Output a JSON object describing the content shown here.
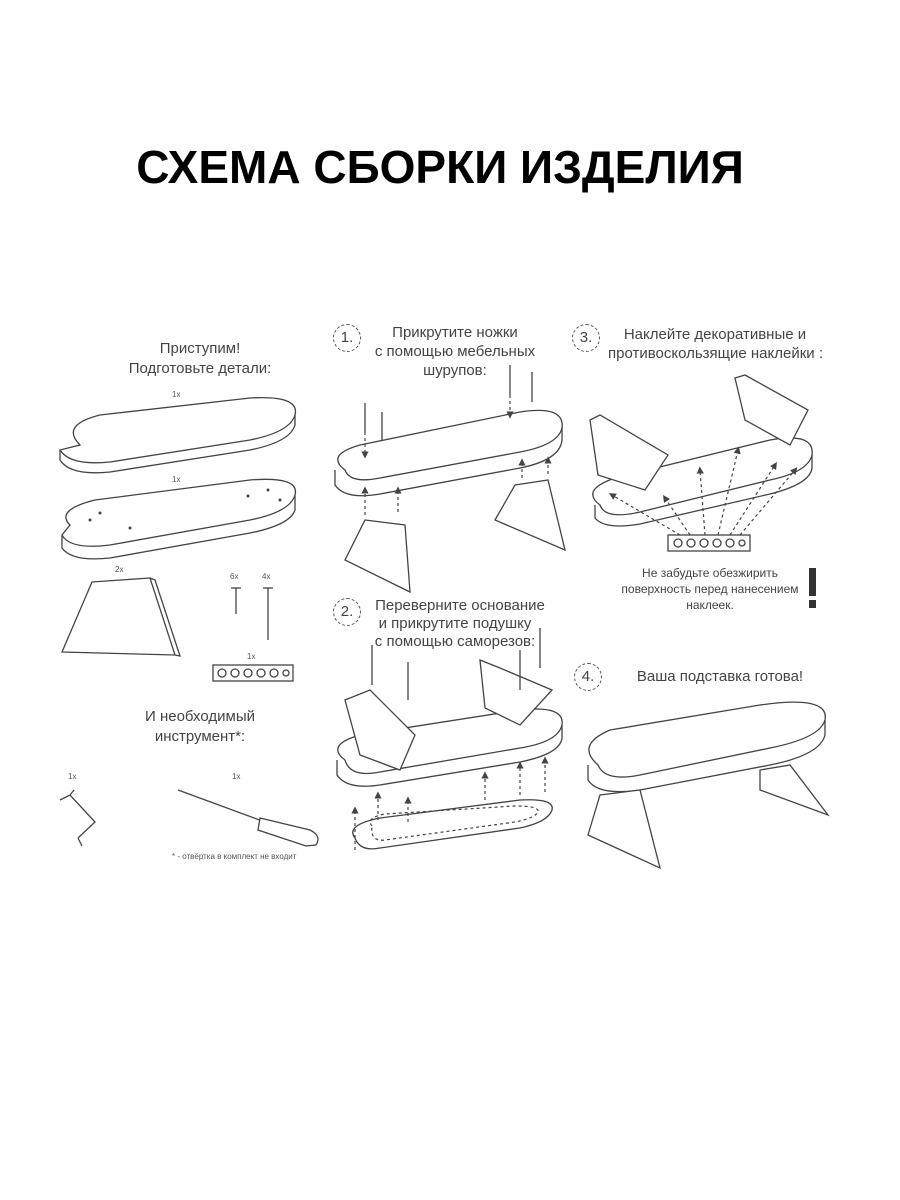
{
  "title": "СХЕМА СБОРКИ ИЗДЕЛИЯ",
  "prepare": {
    "line1": "Приступим!",
    "line2": "Подготовьте детали:",
    "top_qty": "1x",
    "base_qty": "1x",
    "leg_qty": "2x",
    "screw_short_qty": "6x",
    "screw_long_qty": "4x",
    "sticker_qty": "1x"
  },
  "tools": {
    "line1": "И необходимый",
    "line2": "инструмент*:",
    "hex_qty": "1x",
    "screwdriver_qty": "1x",
    "note": "* - отвёртка в комплект не входит"
  },
  "step1": {
    "number": "1.",
    "line1": "Прикрутите ножки",
    "line2": "с помощью мебельных",
    "line3": "шурупов:"
  },
  "step2": {
    "number": "2.",
    "line1": "Переверните основание",
    "line2": "и прикрутите подушку",
    "line3": "с помощью саморезов:"
  },
  "step3": {
    "number": "3.",
    "line1": "Наклейте декоративные и",
    "line2": "противоскользящие наклейки :",
    "warn1": "Не забудьте обезжирить",
    "warn2": "поверхность перед нанесением",
    "warn3": "наклеек."
  },
  "step4": {
    "number": "4.",
    "line1": "Ваша подставка готова!"
  }
}
